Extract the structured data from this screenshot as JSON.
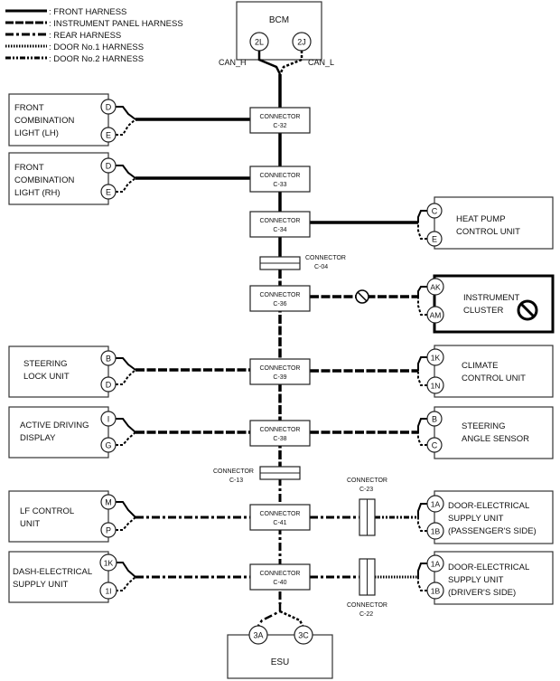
{
  "legend": [
    {
      "text": ": FRONT HARNESS"
    },
    {
      "text": ": INSTRUMENT PANEL HARNESS"
    },
    {
      "text": ": REAR HARNESS"
    },
    {
      "text": ": DOOR No.1 HARNESS"
    },
    {
      "text": ": DOOR No.2 HARNESS"
    }
  ],
  "bcm": {
    "title": "BCM",
    "pin_h": "2L",
    "pin_l": "2J",
    "can_h": "CAN_H",
    "can_l": "CAN_L"
  },
  "esu": {
    "title": "ESU",
    "pin_a": "3A",
    "pin_b": "3C"
  },
  "connectors": {
    "c32": {
      "line1": "CONNECTOR",
      "line2": "C-32"
    },
    "c33": {
      "line1": "CONNECTOR",
      "line2": "C-33"
    },
    "c34": {
      "line1": "CONNECTOR",
      "line2": "C-34"
    },
    "c04": {
      "line1": "CONNECTOR",
      "line2": "C-04"
    },
    "c36": {
      "line1": "CONNECTOR",
      "line2": "C-36"
    },
    "c39": {
      "line1": "CONNECTOR",
      "line2": "C-39"
    },
    "c38": {
      "line1": "CONNECTOR",
      "line2": "C-38"
    },
    "c13": {
      "line1": "CONNECTOR",
      "line2": "C-13"
    },
    "c41": {
      "line1": "CONNECTOR",
      "line2": "C-41"
    },
    "c40": {
      "line1": "CONNECTOR",
      "line2": "C-40"
    },
    "c23": {
      "line1": "CONNECTOR",
      "line2": "C-23"
    },
    "c22": {
      "line1": "CONNECTOR",
      "line2": "C-22"
    }
  },
  "left_units": {
    "front_lh": {
      "l1": "FRONT",
      "l2": "COMBINATION",
      "l3": "LIGHT (LH)",
      "pin1": "D",
      "pin2": "E"
    },
    "front_rh": {
      "l1": "FRONT",
      "l2": "COMBINATION",
      "l3": "LIGHT (RH)",
      "pin1": "D",
      "pin2": "E"
    },
    "steering_lock": {
      "l1": "STEERING",
      "l2": "LOCK UNIT",
      "pin1": "B",
      "pin2": "D"
    },
    "active_driving": {
      "l1": "ACTIVE DRIVING",
      "l2": "DISPLAY",
      "pin1": "I",
      "pin2": "G"
    },
    "lf_control": {
      "l1": "LF CONTROL",
      "l2": "UNIT",
      "pin1": "M",
      "pin2": "P"
    },
    "dash_supply": {
      "l1": "DASH-ELECTRICAL",
      "l2": "SUPPLY UNIT",
      "pin1": "1K",
      "pin2": "1I"
    }
  },
  "right_units": {
    "heat_pump": {
      "l1": "HEAT PUMP",
      "l2": "CONTROL UNIT",
      "pin1": "C",
      "pin2": "E"
    },
    "instrument": {
      "l1": "INSTRUMENT",
      "l2": "CLUSTER",
      "pin1": "AK",
      "pin2": "AM"
    },
    "climate": {
      "l1": "CLIMATE",
      "l2": "CONTROL UNIT",
      "pin1": "1K",
      "pin2": "1N"
    },
    "steering_angle": {
      "l1": "STEERING",
      "l2": "ANGLE SENSOR",
      "pin1": "B",
      "pin2": "C"
    },
    "door_pass": {
      "l1": "DOOR-ELECTRICAL",
      "l2": "SUPPLY UNIT",
      "l3": "(PASSENGER'S SIDE)",
      "pin1": "1A",
      "pin2": "1B"
    },
    "door_drv": {
      "l1": "DOOR-ELECTRICAL",
      "l2": "SUPPLY UNIT",
      "l3": "(DRIVER'S SIDE)",
      "pin1": "1A",
      "pin2": "1B"
    }
  }
}
